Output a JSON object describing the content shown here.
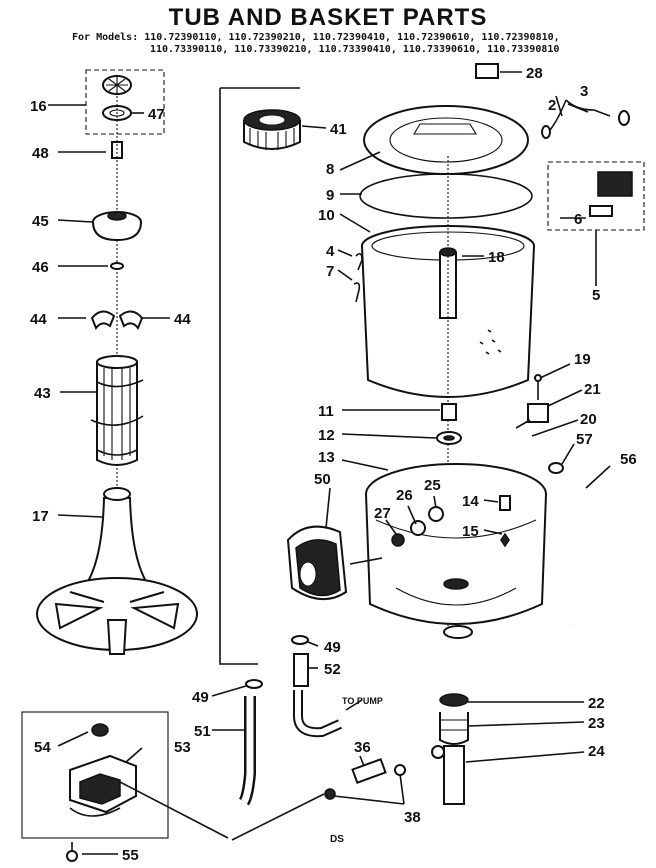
{
  "title": "TUB AND BASKET PARTS",
  "models_label": "For Models:",
  "models_line1": "110.72390110, 110.72390210, 110.72390410, 110.72390610, 110.72390810,",
  "models_line2": "110.73390110, 110.73390210, 110.73390410, 110.73390610, 110.73390810",
  "to_pump": "TO PUMP",
  "footer_code": "DS",
  "labels": {
    "l16": "16",
    "l47": "47",
    "l48": "48",
    "l45": "45",
    "l46": "46",
    "l44a": "44",
    "l44b": "44",
    "l43": "43",
    "l17": "17",
    "l41": "41",
    "l8": "8",
    "l9": "9",
    "l10": "10",
    "l4": "4",
    "l7": "7",
    "l18": "18",
    "l28": "28",
    "l2": "2",
    "l3": "3",
    "l6": "6",
    "l5": "5",
    "l19": "19",
    "l21": "21",
    "l20": "20",
    "l57": "57",
    "l56": "56",
    "l11": "11",
    "l12": "12",
    "l13": "13",
    "l26": "26",
    "l25": "25",
    "l27": "27",
    "l14": "14",
    "l15": "15",
    "l50": "50",
    "l49a": "49",
    "l52": "52",
    "l49b": "49",
    "l51": "51",
    "l22": "22",
    "l23": "23",
    "l24": "24",
    "l36": "36",
    "l38": "38",
    "l54": "54",
    "l53": "53",
    "l55": "55"
  }
}
